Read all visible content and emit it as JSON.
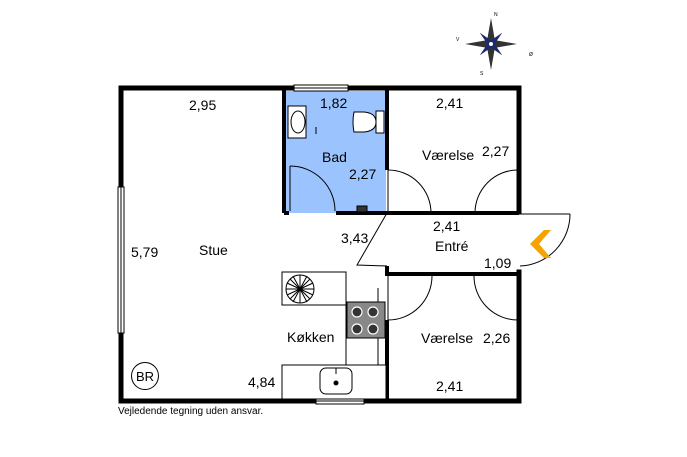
{
  "compass": {
    "north": "N",
    "south": "S",
    "west": "V",
    "east": "Ø"
  },
  "rooms": {
    "stue": {
      "name": "Stue",
      "width": "2,95",
      "depth": "5,79"
    },
    "bad": {
      "name": "Bad",
      "width": "1,82",
      "depth": "2,27"
    },
    "vaerelse_top": {
      "name": "Værelse",
      "width": "2,41",
      "depth": "2,27"
    },
    "entre": {
      "name": "Entré",
      "width": "2,41",
      "depth": "1,09",
      "extra": "3,43"
    },
    "koekken": {
      "name": "Køkken",
      "width": "4,84"
    },
    "vaerelse_bottom": {
      "name": "Værelse",
      "width": "2,41",
      "depth": "2,26"
    }
  },
  "badge": "BR",
  "disclaimer": "Vejledende tegning uden ansvar.",
  "colors": {
    "bathroom": "#9bc4ff",
    "entrance_arrow": "#f5a300",
    "wall": "#000000"
  }
}
